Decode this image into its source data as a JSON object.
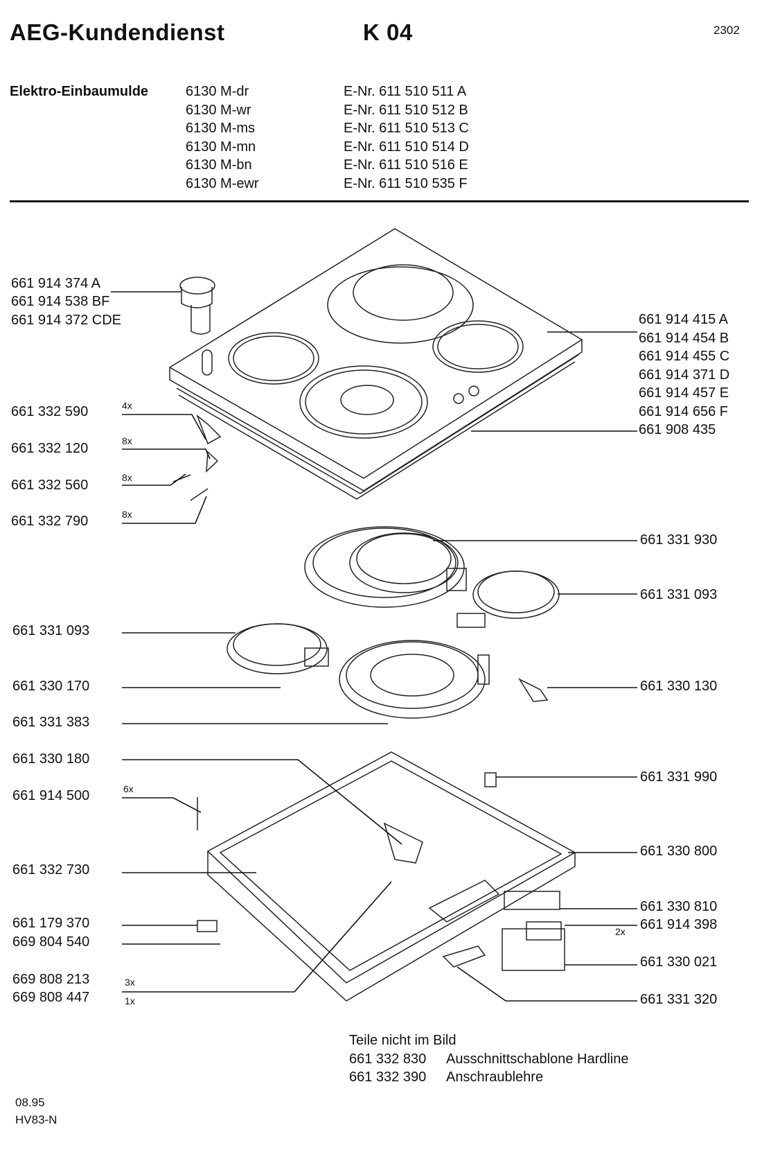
{
  "header": {
    "title": "AEG-Kundendienst",
    "code": "K 04",
    "page_number": "2302"
  },
  "product": {
    "name": "Elektro-Einbaumulde",
    "models": [
      "6130 M-dr",
      "6130 M-wr",
      "6130 M-ms",
      "6130 M-mn",
      "6130 M-bn",
      "6130 M-ewr"
    ],
    "enr": [
      "E-Nr. 611 510 511 A",
      "E-Nr. 611 510 512 B",
      "E-Nr. 611 510 513 C",
      "E-Nr. 611 510 514 D",
      "E-Nr. 611 510 516 E",
      "E-Nr. 611 510 535 F"
    ]
  },
  "parts_left": [
    {
      "num": "661 914 374 A"
    },
    {
      "num": "661 914 538 BF"
    },
    {
      "num": "661 914 372 CDE"
    },
    {
      "num": "661 332 590",
      "qty": "4x"
    },
    {
      "num": "661 332 120",
      "qty": "8x"
    },
    {
      "num": "661 332 560",
      "qty": "8x"
    },
    {
      "num": "661 332 790",
      "qty": "8x"
    },
    {
      "num": "661 331 093"
    },
    {
      "num": "661 330 170"
    },
    {
      "num": "661 331 383"
    },
    {
      "num": "661 330 180"
    },
    {
      "num": "661 914 500",
      "qty": "6x"
    },
    {
      "num": "661 332 730"
    },
    {
      "num": "661 179 370"
    },
    {
      "num": "669 804 540"
    },
    {
      "num": "669 808 213",
      "qty": "3x"
    },
    {
      "num": "669 808 447",
      "qty": "1x"
    }
  ],
  "parts_right": [
    {
      "num": "661 914 415 A"
    },
    {
      "num": "661 914 454 B"
    },
    {
      "num": "661 914 455 C"
    },
    {
      "num": "661 914 371 D"
    },
    {
      "num": "661 914 457 E"
    },
    {
      "num": "661 914 656 F"
    },
    {
      "num": "661 908 435"
    },
    {
      "num": "661 331 930"
    },
    {
      "num": "661 331 093"
    },
    {
      "num": "661 330 130"
    },
    {
      "num": "661 331 990"
    },
    {
      "num": "661 330 800"
    },
    {
      "num": "661 330 810"
    },
    {
      "num": "661 914 398",
      "qty": "2x"
    },
    {
      "num": "661 330 021"
    },
    {
      "num": "661 331 320"
    }
  ],
  "not_shown": {
    "heading": "Teile nicht im Bild",
    "items": [
      {
        "num": "661 332 830",
        "desc": "Ausschnittschablone Hardline"
      },
      {
        "num": "661 332 390",
        "desc": "Anschraublehre"
      }
    ]
  },
  "footer": {
    "date": "08.95",
    "code": "HV83-N"
  }
}
